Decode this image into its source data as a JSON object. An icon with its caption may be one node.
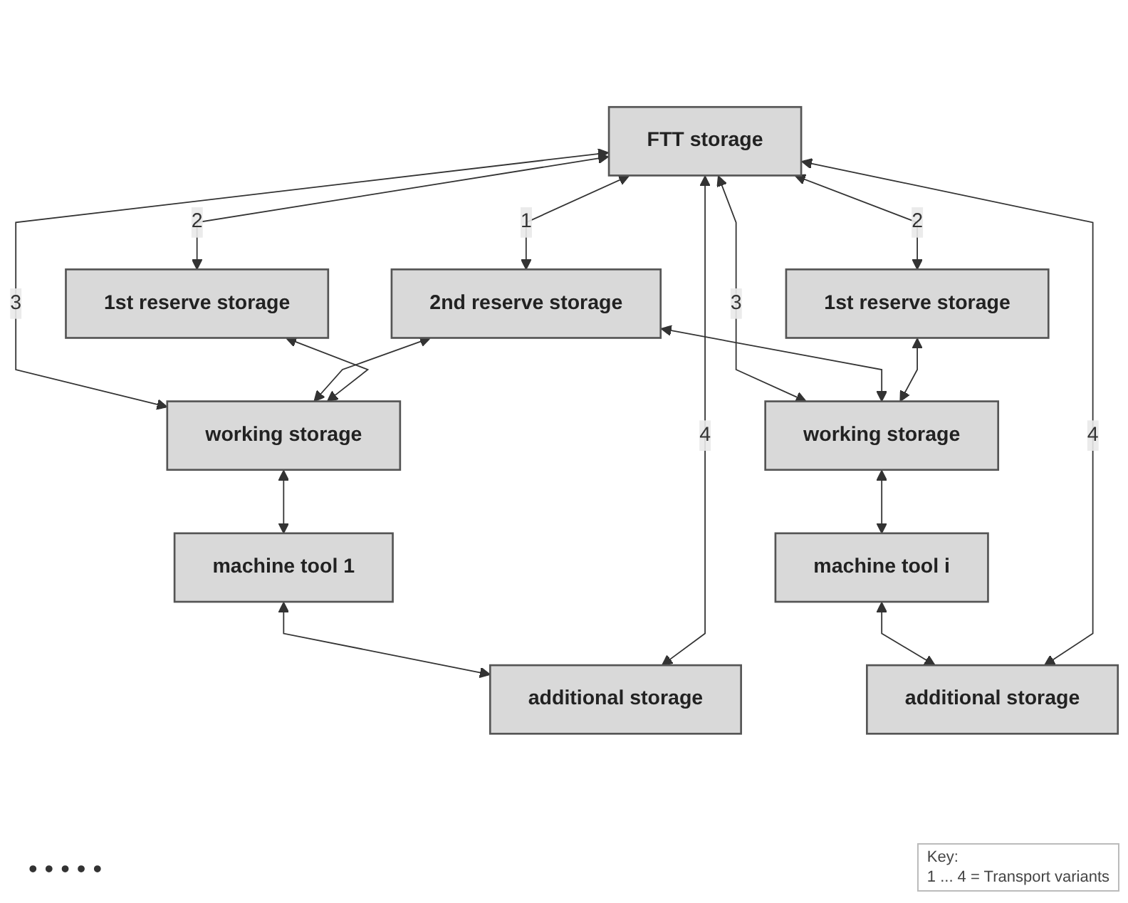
{
  "diagram": {
    "nodes": [
      {
        "text": [
          "FTT storage"
        ]
      },
      {
        "text": [
          "2nd reserve storage"
        ]
      },
      {
        "text": [
          "1st reserve storage"
        ]
      },
      {
        "text": [
          "working storage"
        ]
      },
      {
        "text": [
          "machine tool 1"
        ]
      },
      {
        "text": [
          "additional storage"
        ]
      },
      {
        "text": [
          "1st reserve storage"
        ]
      },
      {
        "text": [
          "working storage"
        ]
      },
      {
        "text": [
          "machine tool i"
        ]
      },
      {
        "text": [
          "additional storage"
        ]
      }
    ],
    "edges": [
      {
        "from": 0,
        "to": 1,
        "arrow": "both",
        "label": "1"
      },
      {
        "from": 0,
        "to": 2,
        "arrow": "both",
        "label": "2"
      },
      {
        "from": 0,
        "to": 3,
        "arrow": "both",
        "label": "3"
      },
      {
        "from": 1,
        "to": 3,
        "arrow": "both"
      },
      {
        "from": 2,
        "to": 3,
        "arrow": "both"
      },
      {
        "from": 3,
        "to": 4,
        "arrow": "both"
      },
      {
        "from": 4,
        "to": 5,
        "arrow": "both"
      },
      {
        "from": 0,
        "to": 5,
        "arrow": "both",
        "label": "4"
      },
      {
        "from": 0,
        "to": 6,
        "arrow": "both",
        "label": "2"
      },
      {
        "from": 0,
        "to": 7,
        "arrow": "both",
        "label": "3"
      },
      {
        "from": 1,
        "to": 7,
        "arrow": "both"
      },
      {
        "from": 6,
        "to": 7,
        "arrow": "both"
      },
      {
        "from": 7,
        "to": 8,
        "arrow": "both"
      },
      {
        "from": 8,
        "to": 9,
        "arrow": "both"
      },
      {
        "from": 0,
        "to": 9,
        "arrow": "both",
        "label": "4"
      }
    ],
    "labels": [
      "• • • • •",
      "Key:",
      "1 ... 4 = Transport variants"
    ]
  }
}
